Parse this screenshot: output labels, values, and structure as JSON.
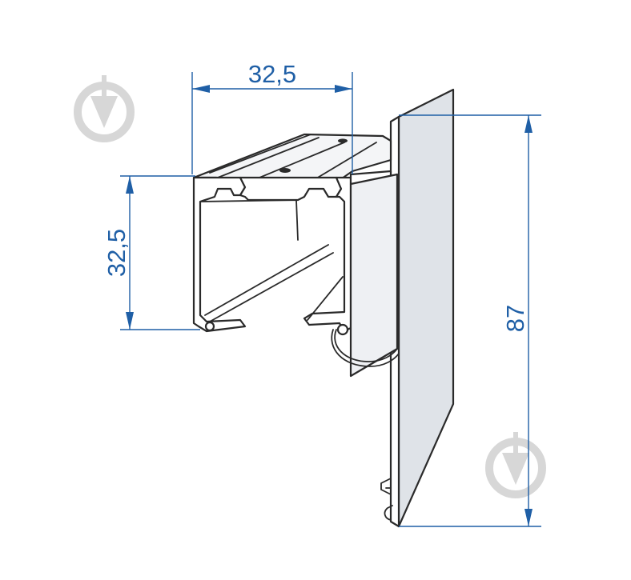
{
  "dimensions": {
    "top_width": "32,5",
    "left_height": "32,5",
    "right_height": "87"
  },
  "colors": {
    "dimension": "#1f5fa6",
    "outline": "#2a2a2a",
    "watermark": "#d7d7d7"
  },
  "watermark_icon": "logo-drop-icon"
}
